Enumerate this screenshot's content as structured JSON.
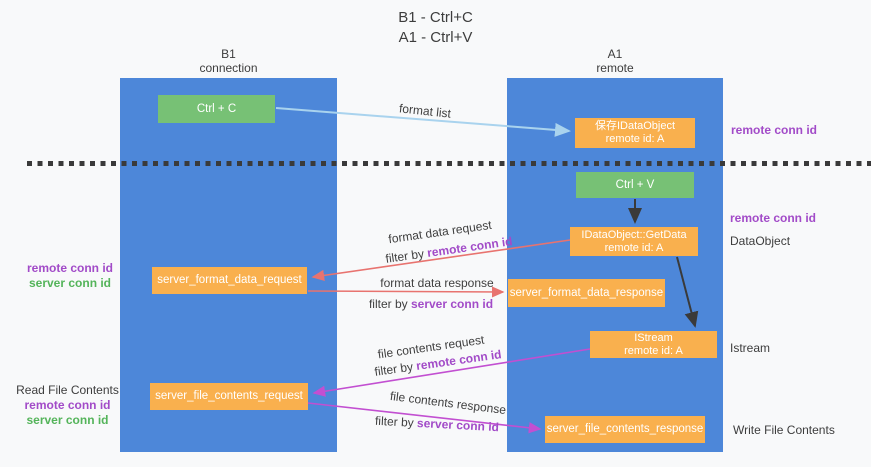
{
  "title": {
    "line1": "B1 - Ctrl+C",
    "line2": "A1 - Ctrl+V"
  },
  "lifelines": {
    "left": {
      "name": "B1",
      "role": "connection"
    },
    "right": {
      "name": "A1",
      "role": "remote"
    }
  },
  "nodes": {
    "ctrl_c": "Ctrl + C",
    "ctrl_v": "Ctrl + V",
    "save_idataobject": {
      "line1": "保存IDataObject",
      "line2": "remote id: A"
    },
    "getdata": {
      "line1": "IDataObject::GetData",
      "line2": "remote id: A"
    },
    "istream": {
      "line1": "IStream",
      "line2": "remote id: A"
    },
    "server_format_data_request": "server_format_data_request",
    "server_format_data_response": "server_format_data_response",
    "server_file_contents_request": "server_file_contents_request",
    "server_file_contents_response": "server_file_contents_response"
  },
  "flows": {
    "format_list": "format list",
    "format_data_request": "format data request",
    "format_data_response": "format data response",
    "file_contents_request": "file contents request",
    "file_contents_response": "file contents response",
    "filter_by": "filter by ",
    "remote_conn_id": "remote conn id",
    "server_conn_id": "server conn id"
  },
  "annotations": {
    "right_top_remote_conn_id": "remote conn id",
    "right_mid_remote_conn_id": "remote conn id",
    "dataobject": "DataObject",
    "istream": "Istream",
    "write_file_contents": "Write File Contents",
    "left_remote_conn_id": "remote conn id",
    "left_server_conn_id": "server conn id",
    "read_file_contents": "Read File Contents",
    "read_remote_conn_id": "remote conn id",
    "read_server_conn_id": "server conn id"
  },
  "colors": {
    "column_blue": "#4d87d9",
    "box_green": "#77c175",
    "box_orange": "#f9b04e",
    "arrow_light_blue": "#a9d3ee",
    "arrow_red": "#e8736f",
    "arrow_magenta": "#c24fd1",
    "arrow_black": "#3a3a3a",
    "text_purple": "#a24bc8",
    "text_green": "#54b45a",
    "background": "#f8f9fa"
  }
}
